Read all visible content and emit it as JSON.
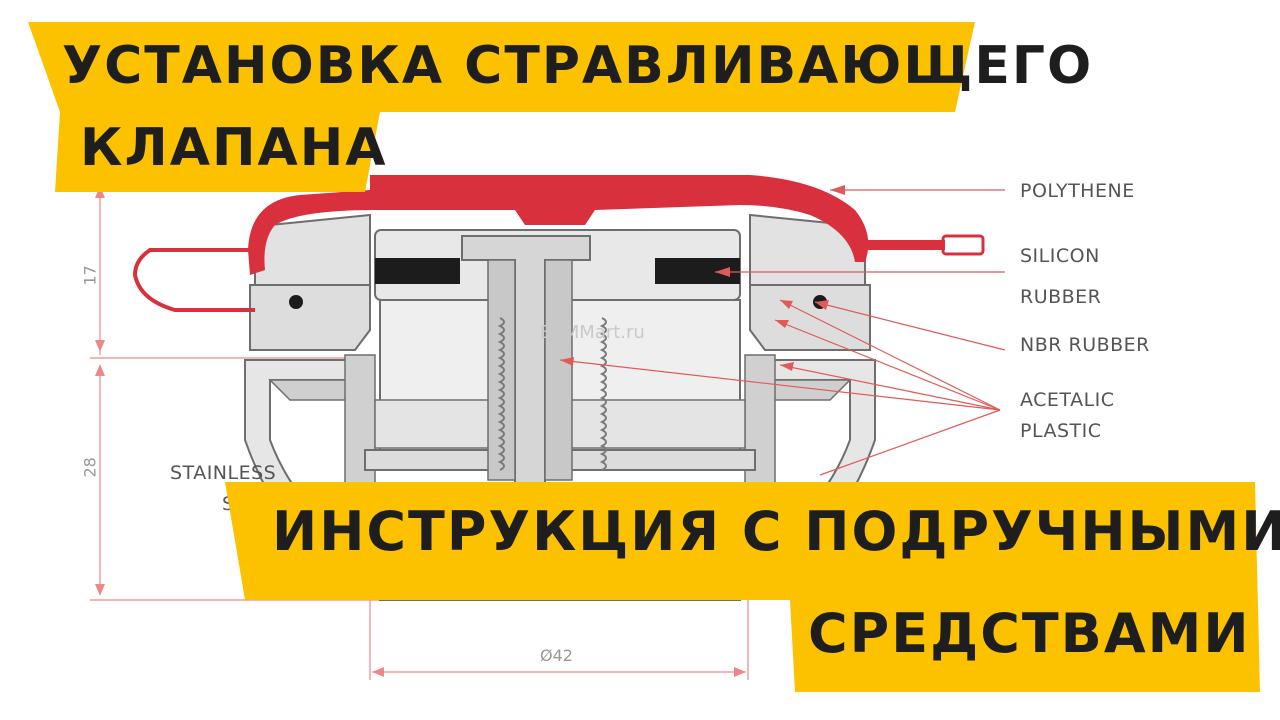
{
  "header_banner": {
    "line1": "УСТАНОВКА СТРАВЛИВАЮЩЕГО",
    "line2": "КЛАПАНА"
  },
  "footer_banner": {
    "line1": "ИНСТРУКЦИЯ С ПОДРУЧНЫМИ",
    "line2": "СРЕДСТВАМИ"
  },
  "diagram": {
    "labels": {
      "polythene": "POLYTHENE",
      "silicon": "SILICON",
      "rubber": "RUBBER",
      "nbr_rubber": "NBR RUBBER",
      "acetalic": "ACETALIC",
      "plastic": "PLASTIC",
      "stainless": "STAINLESS",
      "stainless_cut": "S"
    },
    "dimensions": {
      "height_top": "17",
      "height_bottom": "28",
      "diameter": "Ø42"
    },
    "watermark": "BuMMart.ru",
    "colors": {
      "banner": "#fcc200",
      "polythene": "#d8303c",
      "leader": "#e05a5a",
      "plastic": "#d9d9d9",
      "outline": "#6e6e6e",
      "silicon": "#1c1c1c"
    }
  }
}
